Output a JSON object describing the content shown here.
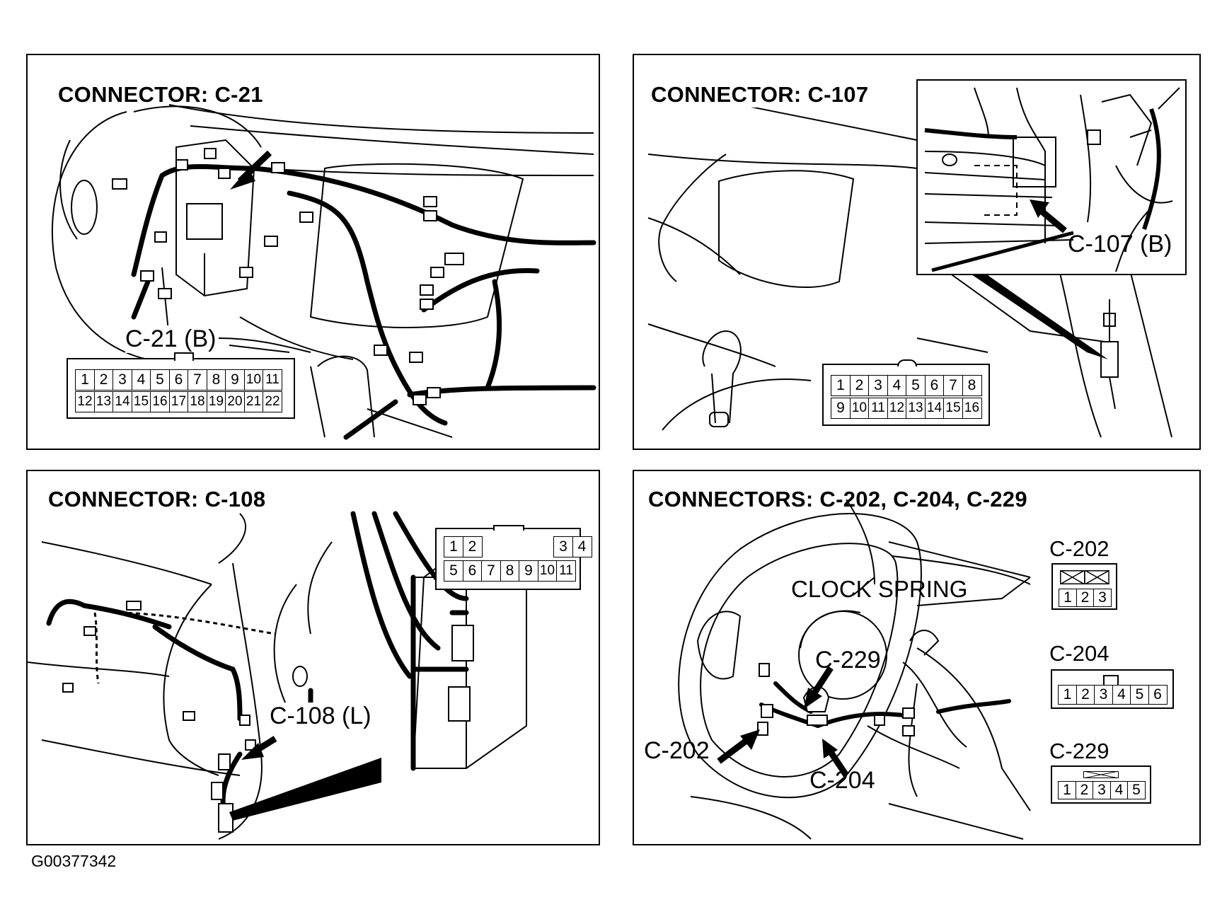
{
  "figure_id": "G00377342",
  "panels": {
    "c21": {
      "title": "CONNECTOR: C-21",
      "callout": "C-21 (B)",
      "pins_row1": [
        "1",
        "2",
        "3",
        "4",
        "5",
        "6",
        "7",
        "8",
        "9",
        "10",
        "11"
      ],
      "pins_row2": [
        "12",
        "13",
        "14",
        "15",
        "16",
        "17",
        "18",
        "19",
        "20",
        "21",
        "22"
      ]
    },
    "c107": {
      "title": "CONNECTOR: C-107",
      "callout": "C-107 (B)",
      "pins_row1": [
        "1",
        "2",
        "3",
        "4",
        "5",
        "6",
        "7",
        "8"
      ],
      "pins_row2": [
        "9",
        "10",
        "11",
        "12",
        "13",
        "14",
        "15",
        "16"
      ]
    },
    "c108": {
      "title": "CONNECTOR: C-108",
      "callout": "C-108 (L)",
      "pins_row1": [
        "1",
        "2",
        "3",
        "4"
      ],
      "pins_row2": [
        "5",
        "6",
        "7",
        "8",
        "9",
        "10",
        "11"
      ]
    },
    "c202": {
      "title": "CONNECTORS: C-202, C-204, C-229",
      "clock_spring": "CLOCK SPRING",
      "callouts": {
        "c229": "C-229",
        "c202": "C-202",
        "c204": "C-204"
      },
      "connectors": {
        "c202": {
          "label": "C-202",
          "pins": [
            "1",
            "2",
            "3"
          ]
        },
        "c204": {
          "label": "C-204",
          "pins": [
            "1",
            "2",
            "3",
            "4",
            "5",
            "6"
          ]
        },
        "c229": {
          "label": "C-229",
          "pins": [
            "1",
            "2",
            "3",
            "4",
            "5"
          ]
        }
      }
    }
  }
}
